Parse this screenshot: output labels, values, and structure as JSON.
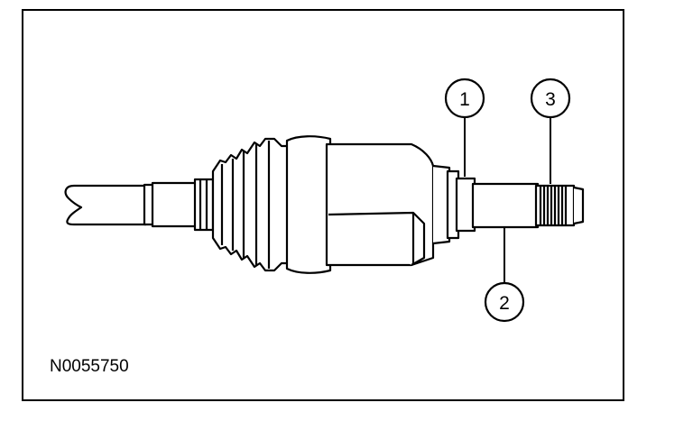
{
  "figure": {
    "reference_number": "N0055750",
    "callouts": [
      {
        "id": "callout-1",
        "label": "1"
      },
      {
        "id": "callout-2",
        "label": "2"
      },
      {
        "id": "callout-3",
        "label": "3"
      }
    ]
  }
}
